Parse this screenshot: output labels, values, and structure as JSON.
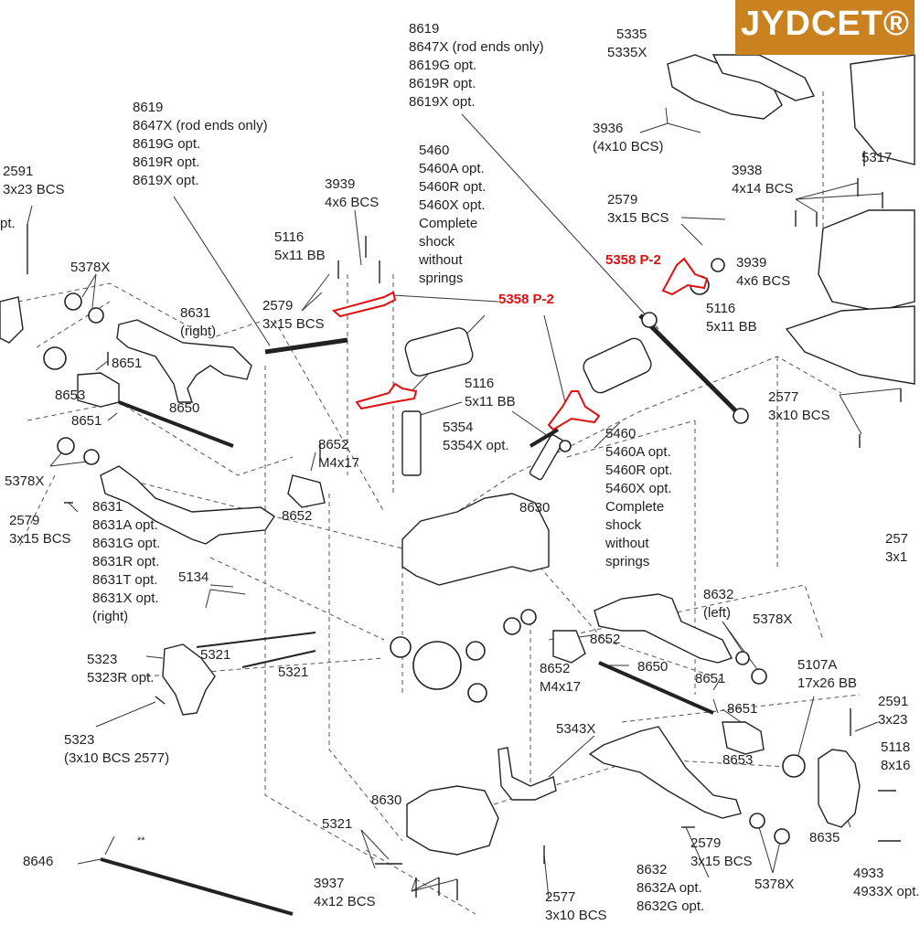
{
  "watermark": "JYDCET®",
  "highlight_color": "#e01010",
  "line_color": "#333333",
  "labels": {
    "l8619_left": "8619\n8647X (rod ends only)\n8619G opt.\n8619R opt.\n8619X opt.",
    "l8619_center": "8619\n8647X (rod ends only)\n8619G opt.\n8619R opt.\n8619X opt.",
    "l2591_tl": "2591\n3x23 BCS",
    "l_opt": "pt.",
    "l5378x_top": "5378X",
    "l8631_right": "8631\n(right)",
    "l8651_a": "8651",
    "l8653_left": "8653",
    "l8650_left": "8650",
    "l8651_b": "8651",
    "l5378x_left": "5378X",
    "l2579_left": "2579\n3x15 BCS",
    "l8631_list": "8631\n8631A opt.\n8631G opt.\n8631R opt.\n8631T opt.\n8631X opt.\n(right)",
    "l5134": "5134",
    "l5323_a": "5323\n5323R opt.",
    "l5321_a": "5321",
    "l5321_b": "5321",
    "l5323_b": "5323\n(3x10 BCS 2577)",
    "l8646": "8646",
    "l5321_c": "5321",
    "l3937": "3937\n4x12 BCS",
    "l8630_bottom": "8630",
    "l2577_bottom": "2577\n3x10 BCS",
    "l3939_top": "3939\n4x6 BCS",
    "l5116_left": "5116\n5x11 BB",
    "l2579_center": "2579\n3x15 BCS",
    "l5358_left": "5358 P-2",
    "l5460_top": "5460\n5460A opt.\n5460R opt.\n5460X opt.\nComplete\nshock\nwithout\nsprings",
    "l5116_mid": "5116\n5x11 BB",
    "l5354": "5354\n5354X opt.",
    "l8652_top": "8652\nM4x17",
    "l8652_mid": "8652",
    "l8630_center": "8630",
    "l5460_bottom": "5460\n5460A opt.\n5460R opt.\n5460X opt.\nComplete\nshock\nwithout\nsprings",
    "l5335": "5335\n5335X",
    "l3936": "3936\n(4x10 BCS)",
    "l2579_right": "2579\n3x15 BCS",
    "l5358_right": "5358 P-2",
    "l3939_right": "3939\n4x6 BCS",
    "l5116_right": "5116\n5x11 BB",
    "l3938": "3938\n4x14 BCS",
    "l5317": "5317",
    "l2577_right": "2577\n3x10 BCS",
    "l257_cut": "257\n3x1",
    "l8632_left": "8632\n(left)",
    "l5378x_right": "5378X",
    "l8652_lower": "8652",
    "l8652_m4": "8652\nM4x17",
    "l8650_right": "8650",
    "l8651_r1": "8651",
    "l8651_r2": "8651",
    "l5107a": "5107A\n17x26 BB",
    "l2591_r": "2591\n3x23",
    "l8653_right": "8653",
    "l5343x": "5343X",
    "l5118": "5118\n8x16",
    "l8635": "8635",
    "l2579_br": "2579\n3x15 BCS",
    "l5378x_br": "5378X",
    "l8632_list": "8632\n8632A opt.\n8632G opt.",
    "l4933": "4933\n4933X opt.",
    "l_stars": "**"
  }
}
